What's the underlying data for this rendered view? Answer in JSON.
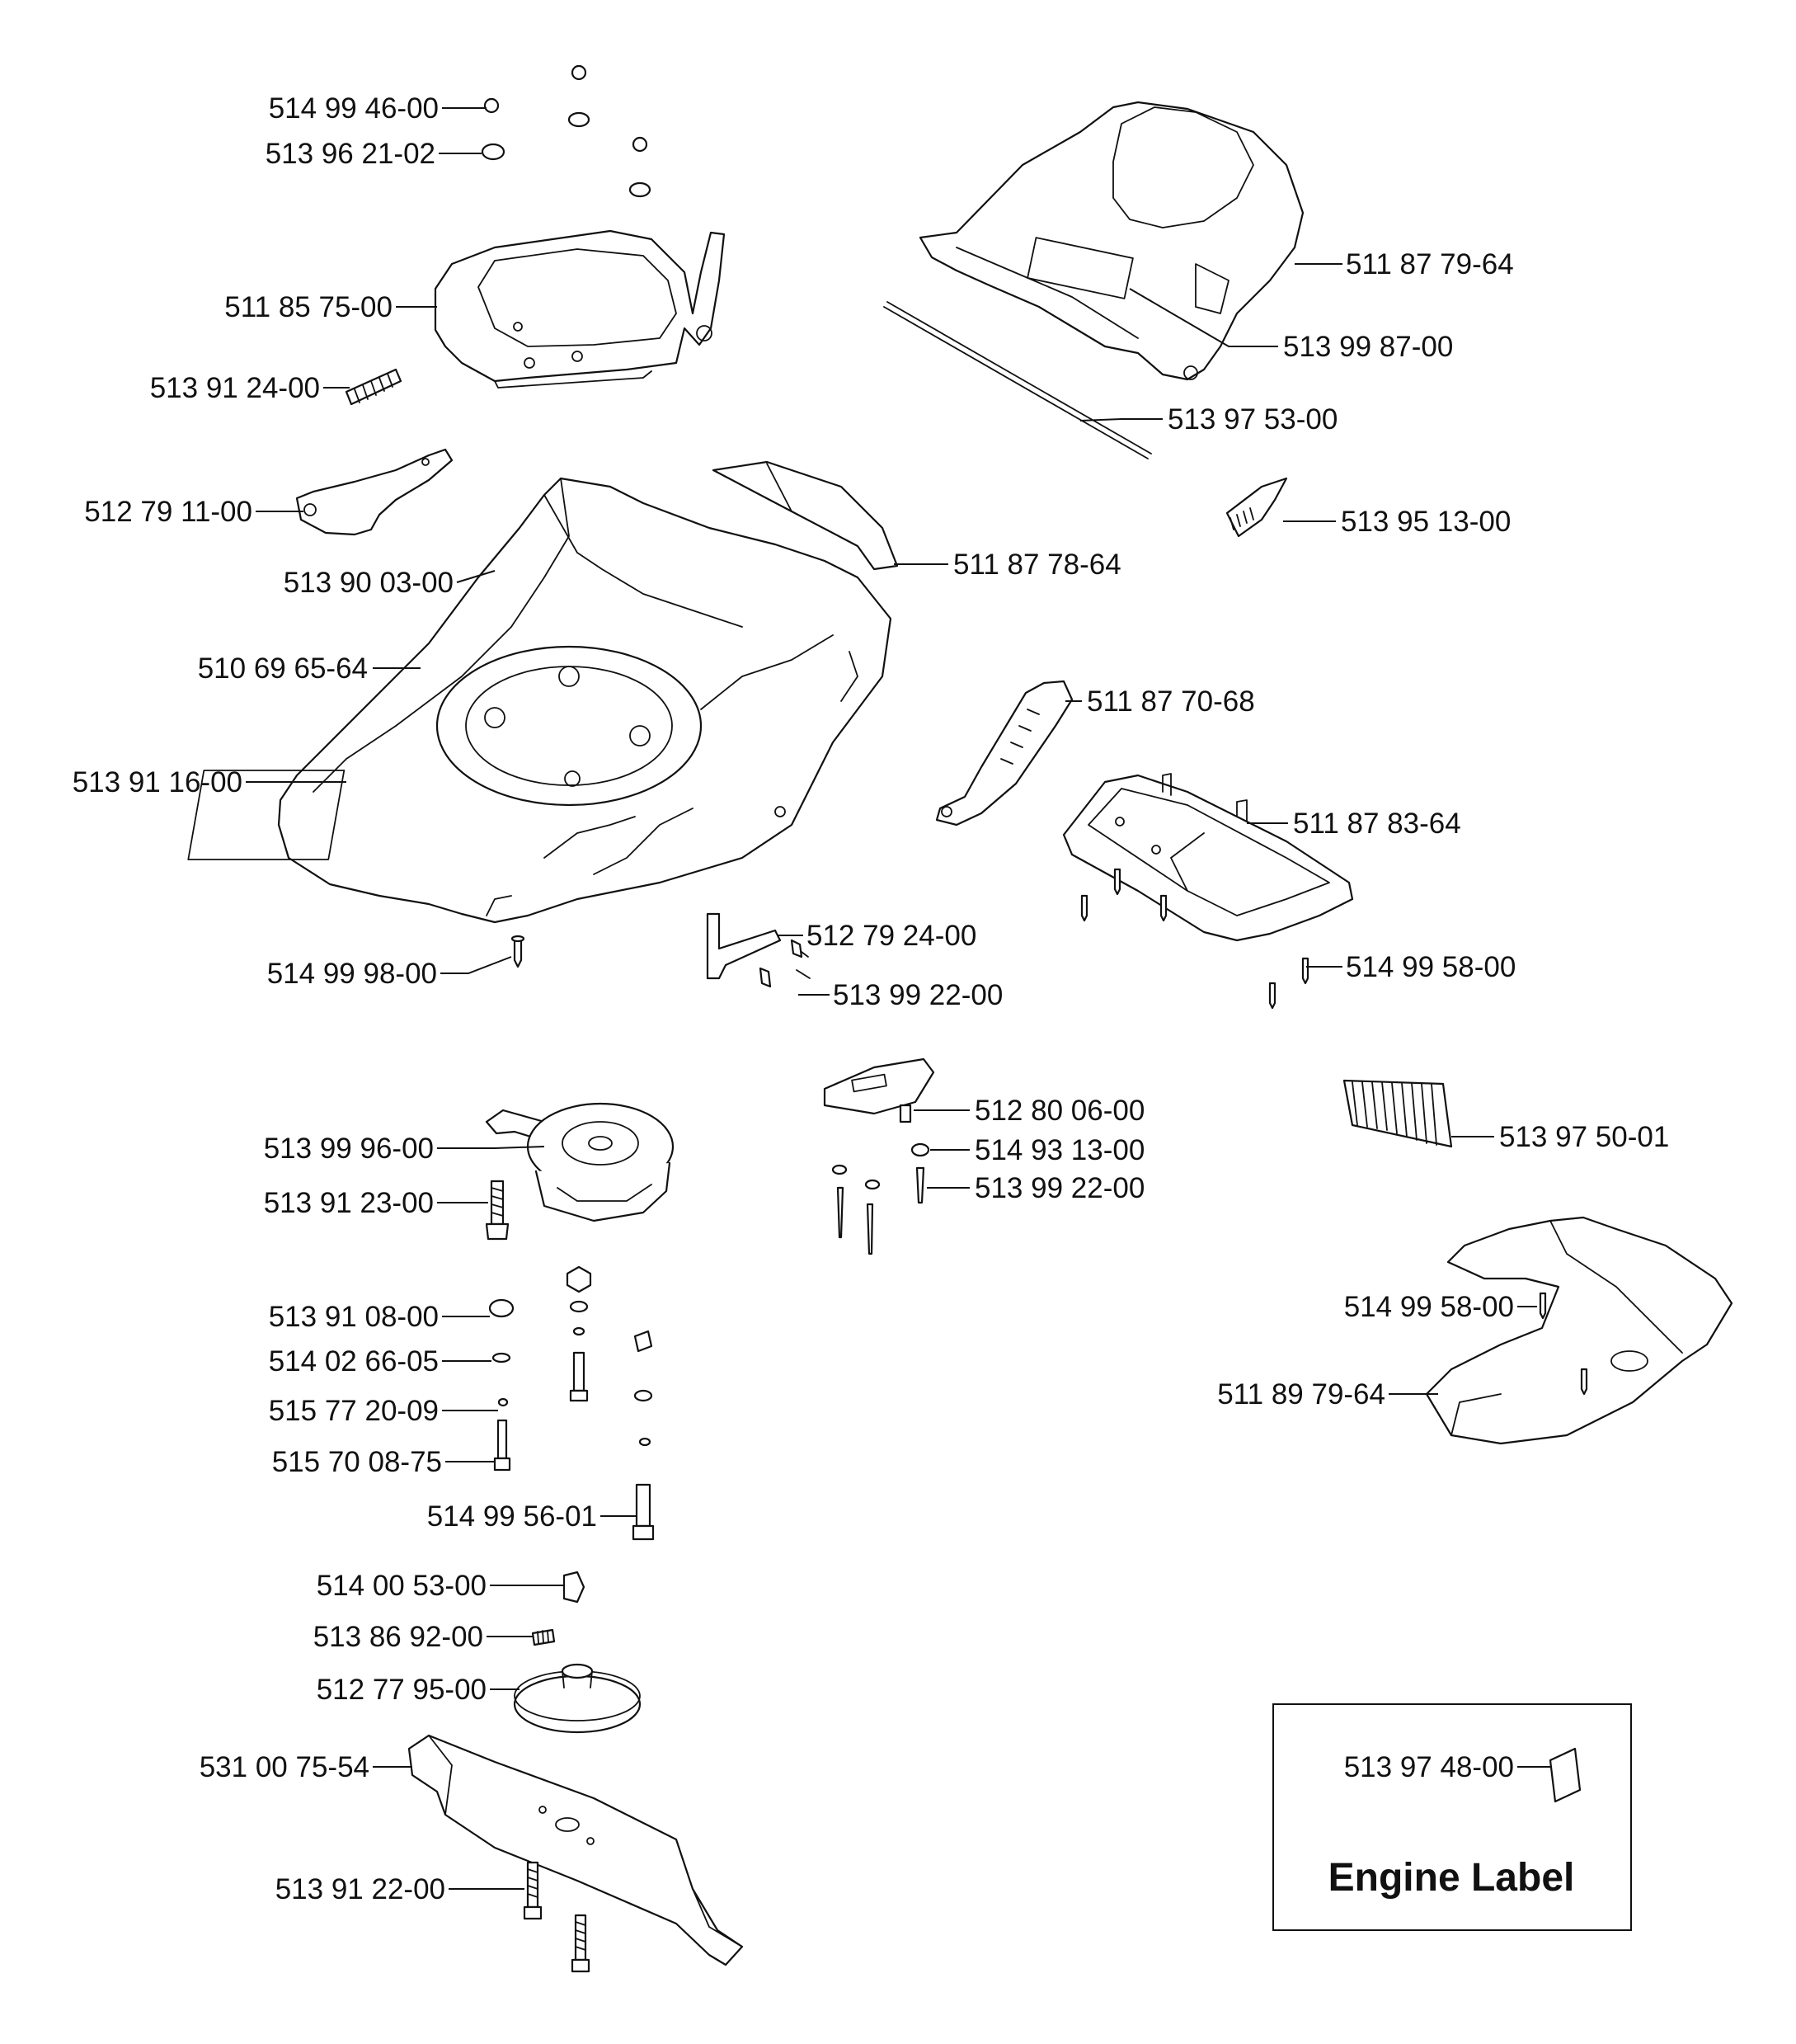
{
  "callouts": [
    {
      "part": "514 99 46-00"
    },
    {
      "part": "513 96 21-02"
    },
    {
      "part": "511 85 75-00"
    },
    {
      "part": "513 91 24-00"
    },
    {
      "part": "512 79 11-00"
    },
    {
      "part": "513 90 03-00"
    },
    {
      "part": "510 69 65-64"
    },
    {
      "part": "513 91 16-00"
    },
    {
      "part": "514 99 98-00"
    },
    {
      "part": "511 87 79-64"
    },
    {
      "part": "513 99 87-00"
    },
    {
      "part": "513 97 53-00"
    },
    {
      "part": "513 95 13-00"
    },
    {
      "part": "511 87 78-64"
    },
    {
      "part": "511 87 70-68"
    },
    {
      "part": "511 87 83-64"
    },
    {
      "part": "512 79 24-00"
    },
    {
      "part": "513 99 22-00"
    },
    {
      "part": "514 99 58-00"
    },
    {
      "part": "512 80 06-00"
    },
    {
      "part": "514 93 13-00"
    },
    {
      "part": "513 99 22-00"
    },
    {
      "part": "513 97 50-01"
    },
    {
      "part": "513 99 96-00"
    },
    {
      "part": "513 91 23-00"
    },
    {
      "part": "514 99 58-00"
    },
    {
      "part": "511 89 79-64"
    },
    {
      "part": "513 91 08-00"
    },
    {
      "part": "514 02 66-05"
    },
    {
      "part": "515 77 20-09"
    },
    {
      "part": "515 70 08-75"
    },
    {
      "part": "514 99 56-01"
    },
    {
      "part": "514 00 53-00"
    },
    {
      "part": "513 86 92-00"
    },
    {
      "part": "512 77 95-00"
    },
    {
      "part": "531 00 75-54"
    },
    {
      "part": "513 91 22-00"
    },
    {
      "part": "513 97 48-00"
    }
  ],
  "engine_label_box": {
    "title": "Engine Label"
  }
}
